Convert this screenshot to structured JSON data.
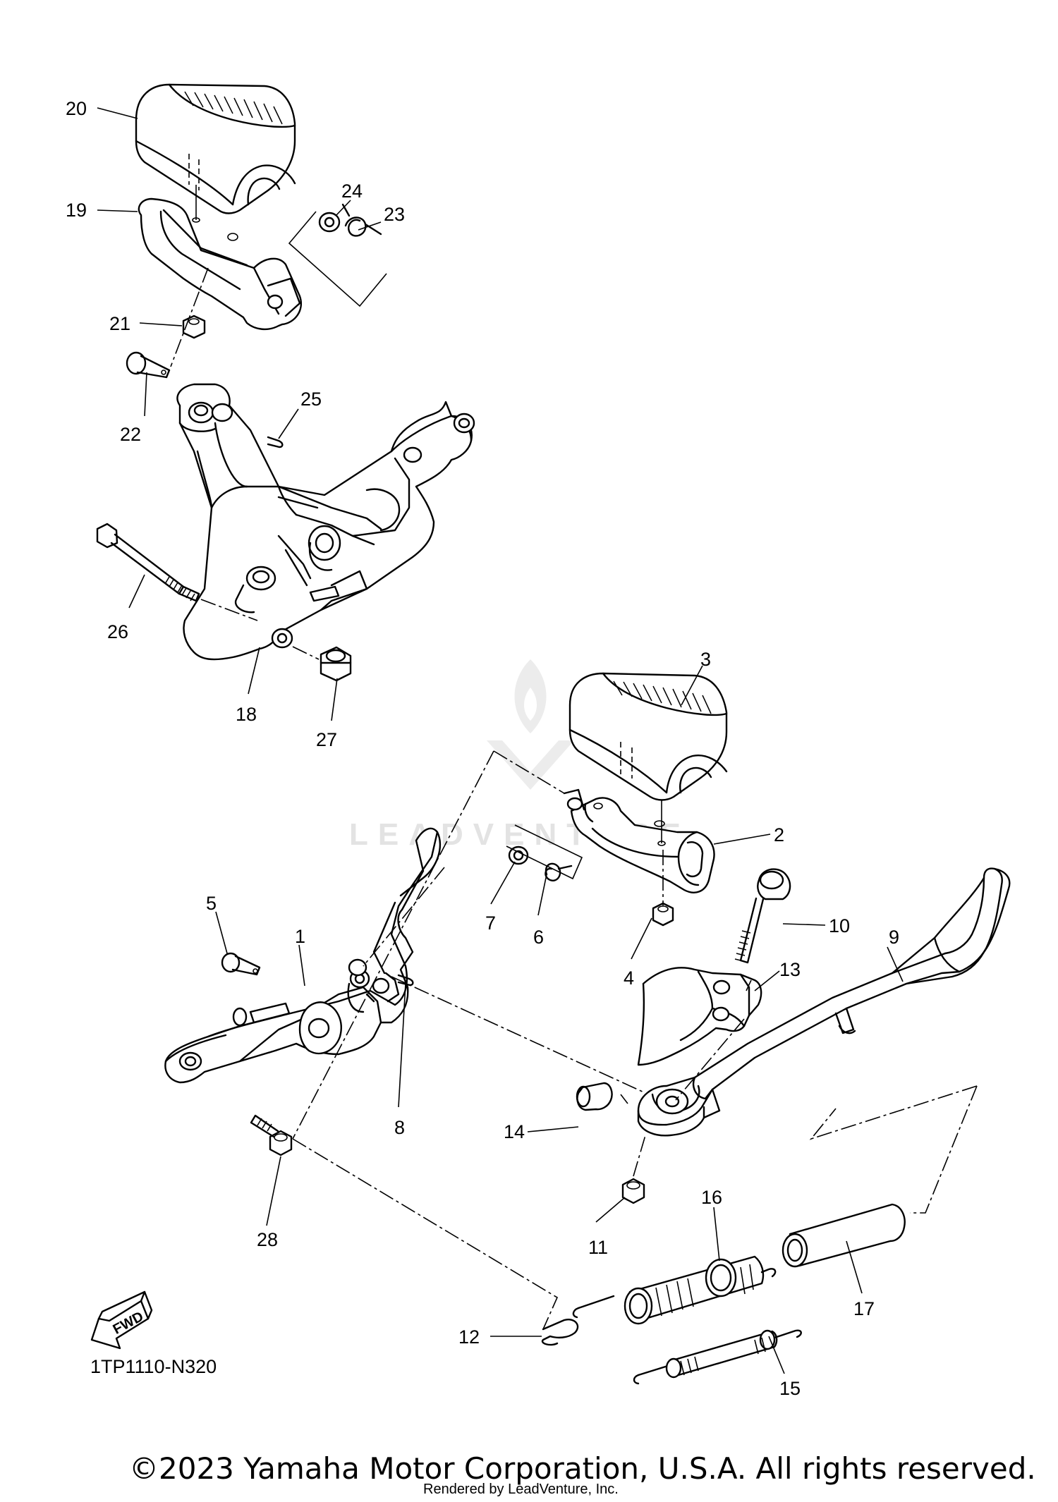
{
  "diagram": {
    "code": "1TP1110-N320",
    "fwd_label": "FWD",
    "watermark": "LEADVENTURE",
    "copyright": "©2023 Yamaha Motor Corporation, U.S.A. All rights reserved.",
    "rendered_by": "Rendered by LeadVenture, Inc."
  },
  "callouts": [
    {
      "id": "1",
      "label": "1"
    },
    {
      "id": "2",
      "label": "2"
    },
    {
      "id": "3",
      "label": "3"
    },
    {
      "id": "4",
      "label": "4"
    },
    {
      "id": "5",
      "label": "5"
    },
    {
      "id": "6",
      "label": "6"
    },
    {
      "id": "7",
      "label": "7"
    },
    {
      "id": "8",
      "label": "8"
    },
    {
      "id": "9",
      "label": "9"
    },
    {
      "id": "10",
      "label": "10"
    },
    {
      "id": "11",
      "label": "11"
    },
    {
      "id": "12",
      "label": "12"
    },
    {
      "id": "13",
      "label": "13"
    },
    {
      "id": "14",
      "label": "14"
    },
    {
      "id": "15",
      "label": "15"
    },
    {
      "id": "16",
      "label": "16"
    },
    {
      "id": "17",
      "label": "17"
    },
    {
      "id": "18",
      "label": "18"
    },
    {
      "id": "19",
      "label": "19"
    },
    {
      "id": "20",
      "label": "20"
    },
    {
      "id": "21",
      "label": "21"
    },
    {
      "id": "22",
      "label": "22"
    },
    {
      "id": "23",
      "label": "23"
    },
    {
      "id": "24",
      "label": "24"
    },
    {
      "id": "25",
      "label": "25"
    },
    {
      "id": "26",
      "label": "26"
    },
    {
      "id": "27",
      "label": "27"
    },
    {
      "id": "28",
      "label": "28"
    }
  ]
}
